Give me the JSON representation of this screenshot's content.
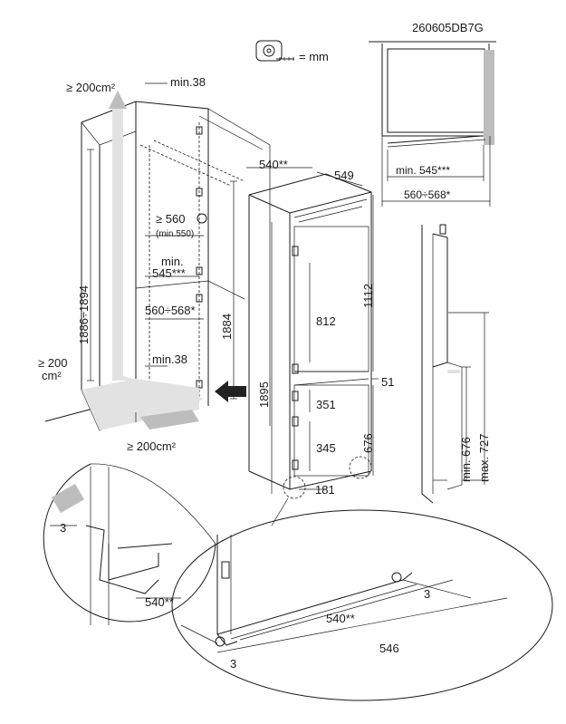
{
  "model_code": "260605DB7G",
  "legend": {
    "unit_text": "= mm",
    "icon": "tape-measure-icon"
  },
  "cabinet": {
    "ventilation_top": "≥ 200cm²",
    "ventilation_side_value": "≥ 200",
    "ventilation_side_unit": "cm²",
    "ventilation_bottom": "≥ 200cm²",
    "top_gap": "min.38",
    "bottom_gap": "min.38",
    "depth_main": "≥ 560",
    "depth_min": "(min.550)",
    "width_min_line1": "min.",
    "width_min_line2": "545***",
    "width_range": "560÷568*",
    "height_range": "1886÷1894",
    "height_inner": "1884"
  },
  "appliance": {
    "width": "540**",
    "depth": "549",
    "height_total": "1895",
    "height_upper": "1112",
    "fridge_inner": "812",
    "door_gap": "51",
    "freezer_upper": "351",
    "freezer_lower": "345",
    "freezer_height": "676",
    "foot_offset": "181"
  },
  "top_view": {
    "min_width": "min. 545***",
    "width_range": "560÷568*"
  },
  "side_view": {
    "min_label": "min. 676",
    "max_label": "max. 727"
  },
  "detail_left": {
    "gap": "3",
    "width": "540**"
  },
  "detail_bottom": {
    "gap_right": "3",
    "width": "540**",
    "overall": "546",
    "gap_left": "3"
  }
}
